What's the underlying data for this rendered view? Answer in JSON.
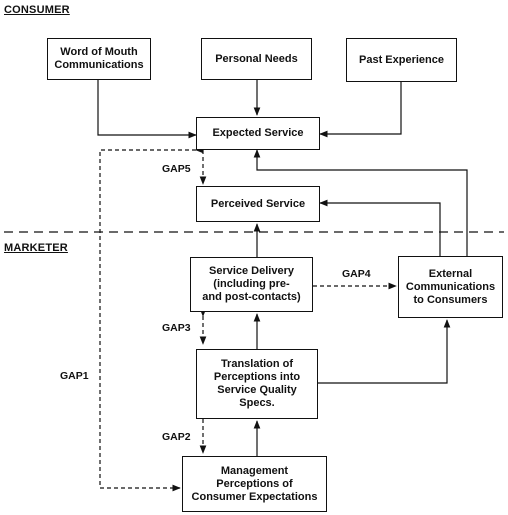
{
  "sections": {
    "consumer": "CONSUMER",
    "marketer": "MARKETER"
  },
  "boxes": {
    "word_of_mouth": "Word of Mouth\nCommunications",
    "personal_needs": "Personal Needs",
    "past_experience": "Past Experience",
    "expected_service": "Expected Service",
    "perceived_service": "Perceived Service",
    "service_delivery": "Service Delivery\n(including pre-\nand post-contacts)",
    "external_communications": "External\nCommunications\nto Consumers",
    "translation": "Translation of\nPerceptions into\nService Quality\nSpecs.",
    "management": "Management\nPerceptions of\nConsumer Expectations"
  },
  "gaps": {
    "gap1": "GAP1",
    "gap2": "GAP2",
    "gap3": "GAP3",
    "gap4": "GAP4",
    "gap5": "GAP5"
  }
}
